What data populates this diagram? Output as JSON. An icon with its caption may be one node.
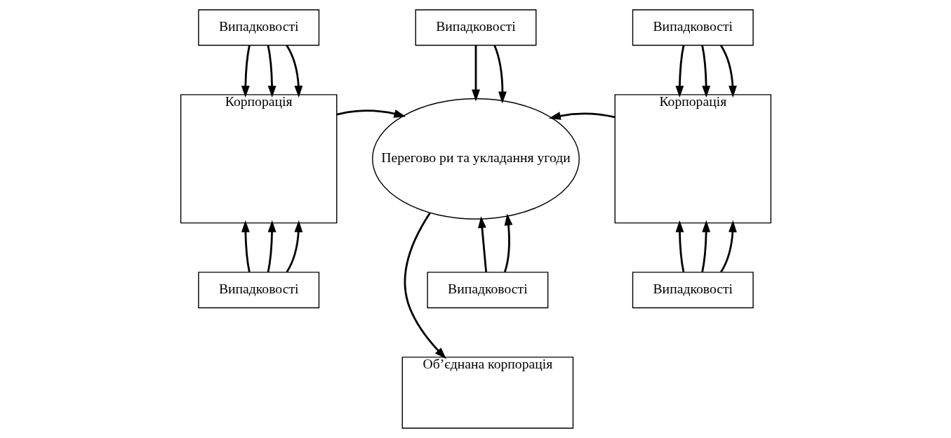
{
  "diagram": {
    "nodes": [
      {
        "text": [
          "Випадковості"
        ]
      },
      {
        "text": [
          "Випадковості"
        ]
      },
      {
        "text": [
          "Випадковості"
        ]
      },
      {
        "text": [
          "Корпорація"
        ]
      },
      {
        "text": [
          "Перегово ри та укладання угоди"
        ]
      },
      {
        "text": [
          "Корпорація"
        ]
      },
      {
        "text": [
          "Випадковості"
        ]
      },
      {
        "text": [
          "Випадковості"
        ]
      },
      {
        "text": [
          "Випадковості"
        ]
      },
      {
        "text": [
          "Об’єднана корпорація"
        ]
      }
    ],
    "edges": [
      {
        "from": 0,
        "to": 3,
        "arrow": "to"
      },
      {
        "from": 0,
        "to": 3,
        "arrow": "to"
      },
      {
        "from": 0,
        "to": 3,
        "arrow": "to"
      },
      {
        "from": 1,
        "to": 4,
        "arrow": "to"
      },
      {
        "from": 1,
        "to": 4,
        "arrow": "to"
      },
      {
        "from": 2,
        "to": 5,
        "arrow": "to"
      },
      {
        "from": 2,
        "to": 5,
        "arrow": "to"
      },
      {
        "from": 2,
        "to": 5,
        "arrow": "to"
      },
      {
        "from": 3,
        "to": 4,
        "arrow": "to"
      },
      {
        "from": 5,
        "to": 4,
        "arrow": "to"
      },
      {
        "from": 6,
        "to": 3,
        "arrow": "to"
      },
      {
        "from": 6,
        "to": 3,
        "arrow": "to"
      },
      {
        "from": 6,
        "to": 3,
        "arrow": "to"
      },
      {
        "from": 7,
        "to": 4,
        "arrow": "to"
      },
      {
        "from": 7,
        "to": 4,
        "arrow": "to"
      },
      {
        "from": 8,
        "to": 5,
        "arrow": "to"
      },
      {
        "from": 8,
        "to": 5,
        "arrow": "to"
      },
      {
        "from": 8,
        "to": 5,
        "arrow": "to"
      },
      {
        "from": 4,
        "to": 9,
        "arrow": "to"
      }
    ]
  }
}
